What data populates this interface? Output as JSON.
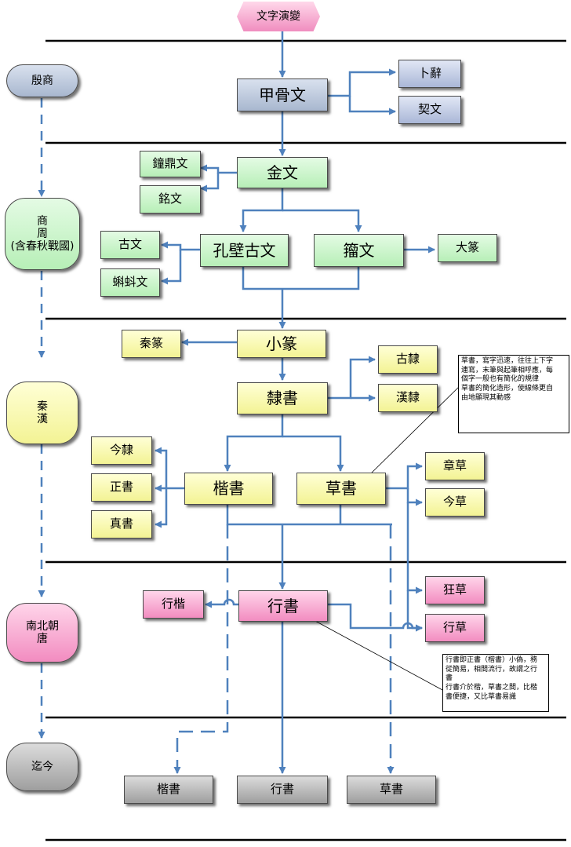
{
  "title": "文字演變",
  "eras": {
    "yin_shang": "殷商",
    "shang_zhou": [
      "商",
      "周",
      "(含春秋戰國)"
    ],
    "qin_han": [
      "秦",
      "漢"
    ],
    "nanbei_tang": [
      "南北朝",
      "唐"
    ],
    "present": "迄今"
  },
  "nodes": {
    "jiaguwen": "甲骨文",
    "buci": "卜辭",
    "qiwen": "契文",
    "jinwen": "金文",
    "zhongdingwen": "鐘鼎文",
    "mingwen": "銘文",
    "kongbi": "孔壁古文",
    "zhouwen": "籀文",
    "guwen": "古文",
    "kedouwen": "蝌蚪文",
    "dazhuan": "大篆",
    "xiaozhuan": "小篆",
    "qinzhuan": "秦篆",
    "lishu": "隸書",
    "guli": "古隸",
    "hanli": "漢隸",
    "kaishu": "楷書",
    "caoshu": "草書",
    "jinli": "今隸",
    "zhengshu": "正書",
    "zhenshu": "真書",
    "zhangcao": "章草",
    "jincao": "今草",
    "xingshu": "行書",
    "xingkai": "行楷",
    "kuangcao": "狂草",
    "xingcao": "行草",
    "final_kaishu": "楷書",
    "final_xingshu": "行書",
    "final_caoshu": "草書"
  },
  "notes": {
    "caoshu_note": [
      "草書，寫字迅速，往往上下字",
      "連寫，末筆與起筆相呼應，每",
      "個字一般也有簡化的規律",
      "草書的簡化造形，使線條更自",
      "由地顯現其動感"
    ],
    "xingshu_note": [
      "行書即正書（楷書）小偽，務",
      "從簡易，相間流行，故謂之行",
      "書",
      "行書介於楷，草書之間，比楷",
      "書便捷，又比草書易識"
    ]
  },
  "colors": {
    "connector": "#4f81bd",
    "divider": "#000000",
    "green": "#b7efb7",
    "yellow": "#f3f394",
    "pink": "#f28cc0",
    "grey": "#9e9e9e",
    "era_blue": "#aab7d7"
  }
}
